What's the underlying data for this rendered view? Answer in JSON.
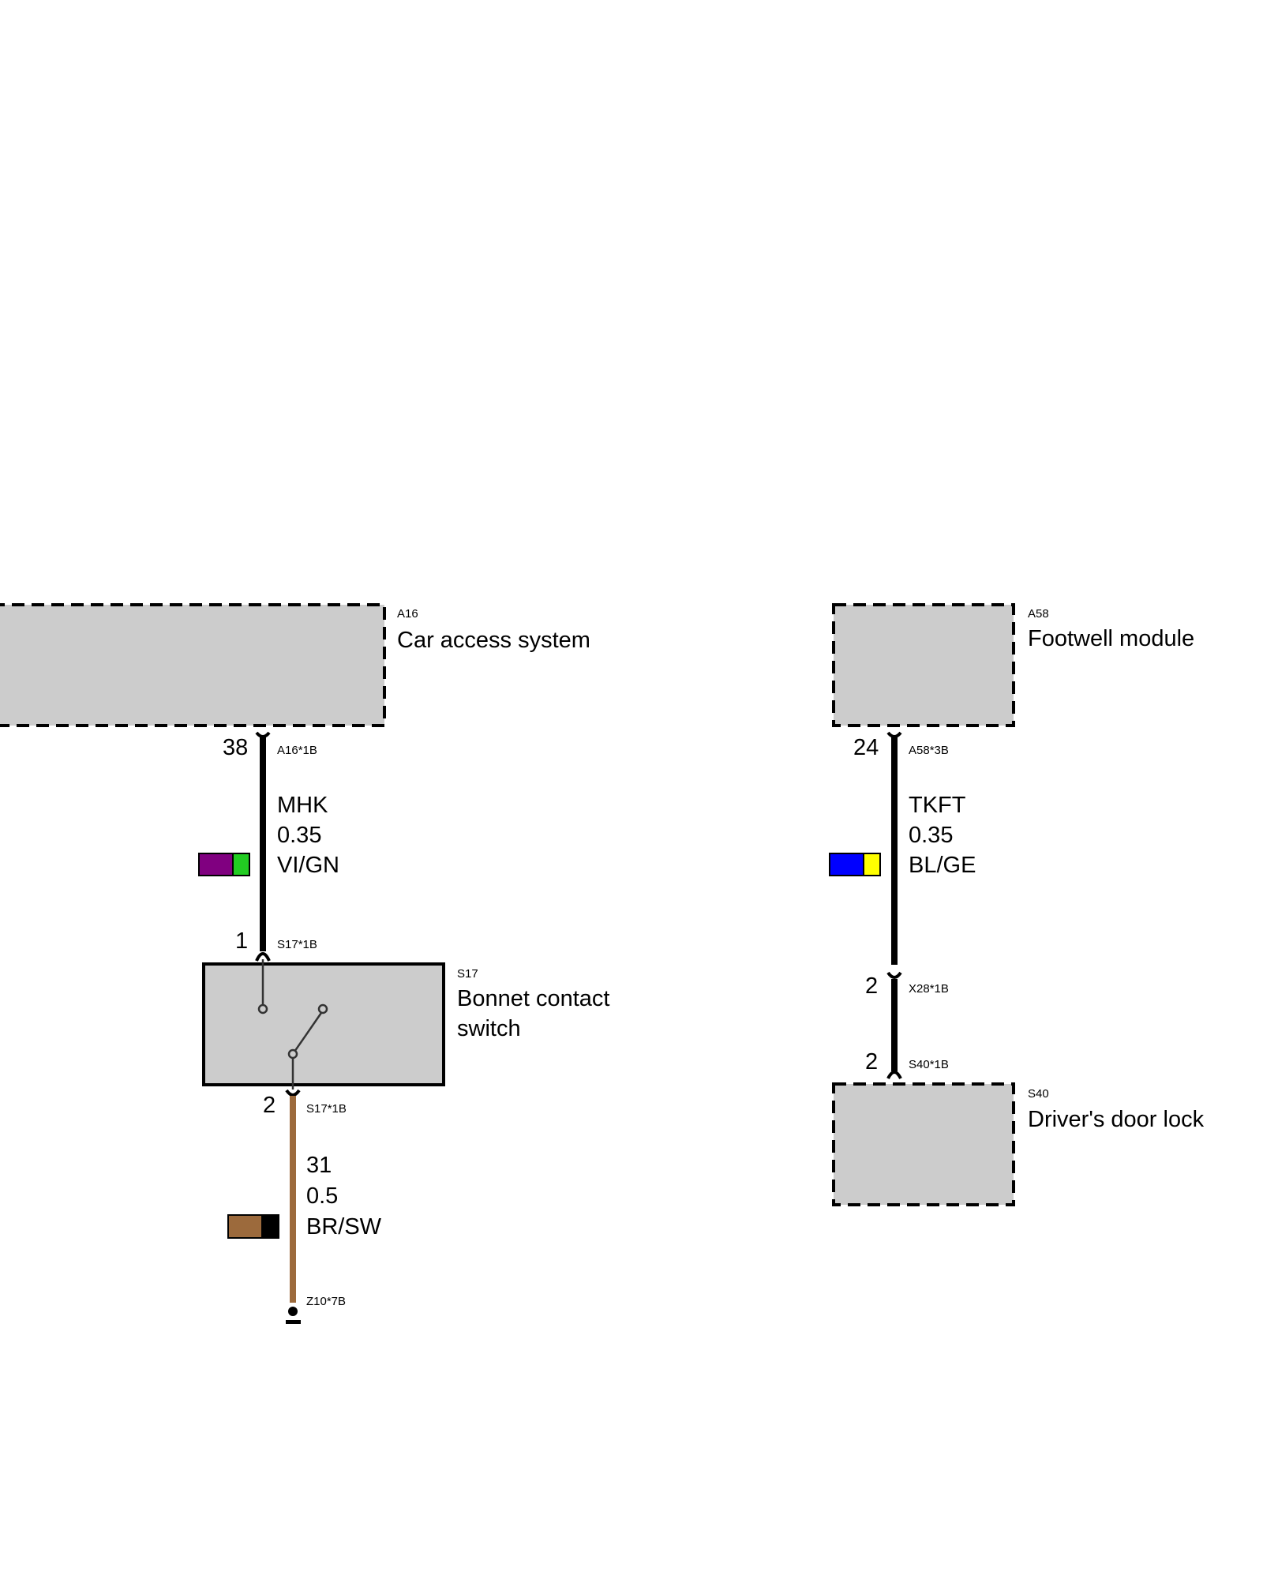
{
  "components": {
    "a16": {
      "code": "A16",
      "name": "Car access system"
    },
    "a58": {
      "code": "A58",
      "name": "Footwell module"
    },
    "s17": {
      "code": "S17",
      "name_line1": "Bonnet contact",
      "name_line2": "switch"
    },
    "s40": {
      "code": "S40",
      "name": "Driver's door lock"
    }
  },
  "wires": {
    "mhk": {
      "pin_top": "38",
      "connector_top": "A16*1B",
      "signal": "MHK",
      "gauge": "0.35",
      "color_code": "VI/GN",
      "color_primary": "#800080",
      "color_stripe": "#22cc22",
      "pin_bottom": "1",
      "connector_bottom": "S17*1B"
    },
    "ground": {
      "pin_top": "2",
      "connector_top": "S17*1B",
      "signal": "31",
      "gauge": "0.5",
      "color_code": "BR/SW",
      "color_primary": "#9c6a3c",
      "color_stripe": "#000000",
      "ground_point": "Z10*7B"
    },
    "tkft": {
      "pin_top": "24",
      "connector_top": "A58*3B",
      "signal": "TKFT",
      "gauge": "0.35",
      "color_code": "BL/GE",
      "color_primary": "#0000ff",
      "color_stripe": "#ffff00",
      "pin_mid": "2",
      "connector_mid": "X28*1B",
      "pin_bottom": "2",
      "connector_bottom": "S40*1B"
    }
  },
  "colors": {
    "module_fill": "#cccccc",
    "wire_black": "#000000",
    "wire_brown": "#9c6a3c"
  }
}
